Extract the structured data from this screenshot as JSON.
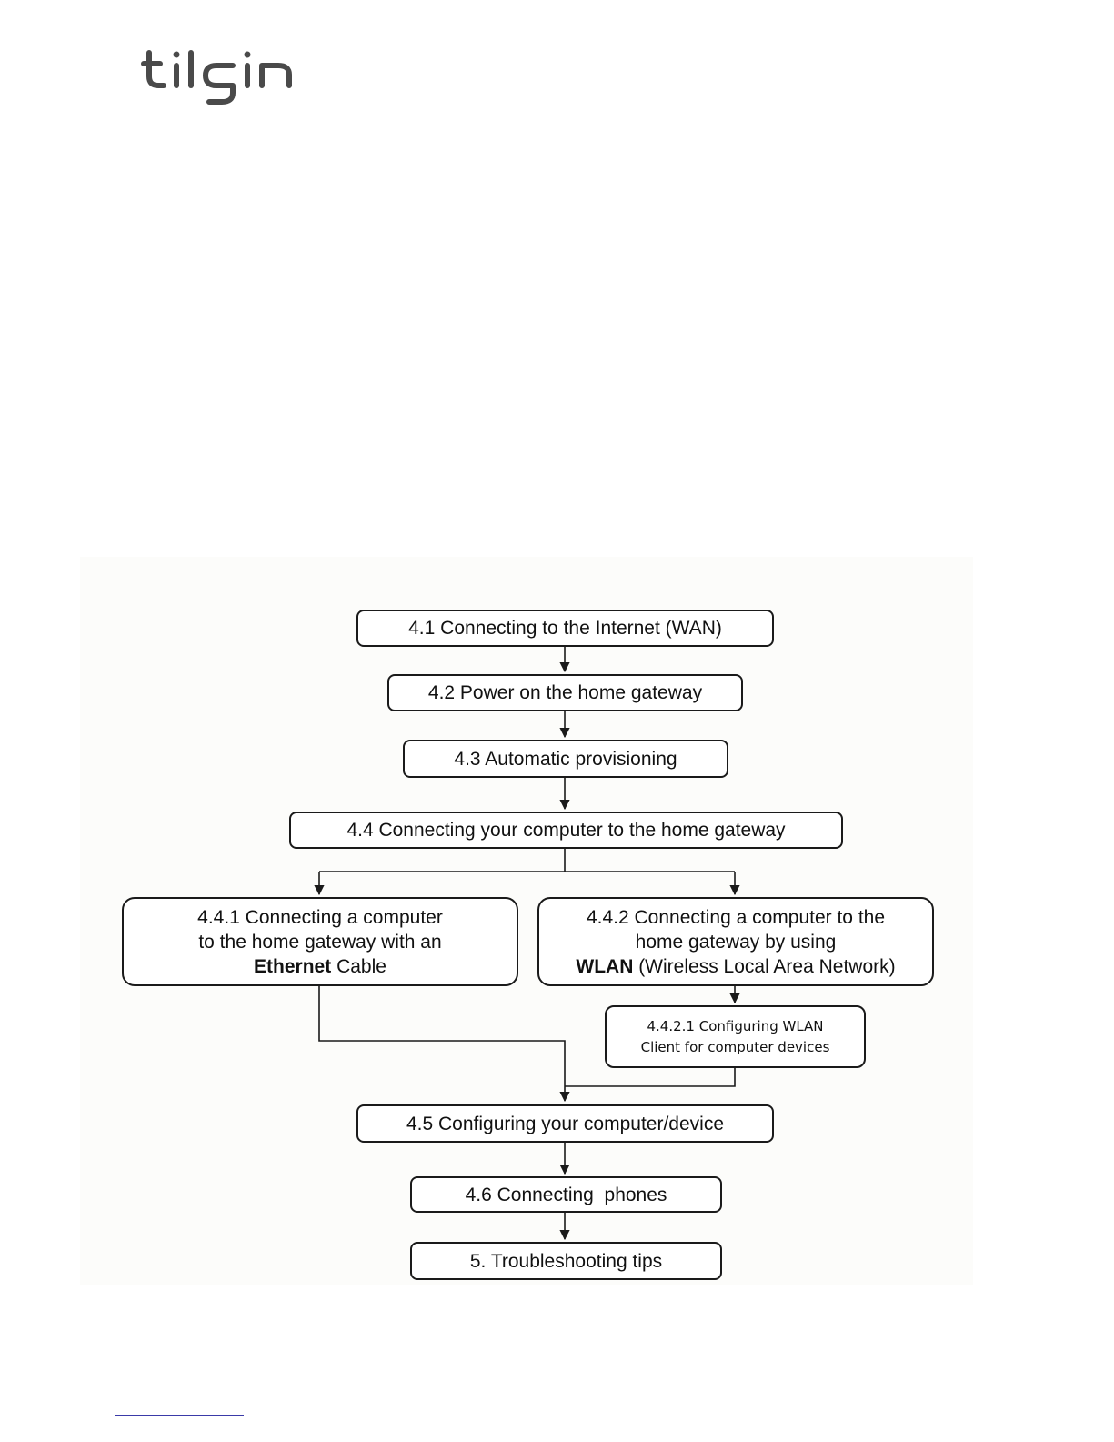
{
  "logo": {
    "text": "tilgin",
    "color": "#4a4a4a"
  },
  "flowchart": {
    "step_4_1": "4.1 Connecting to the Internet (WAN)",
    "step_4_2": "4.2 Power on the home gateway",
    "step_4_3": "4.3 Automatic provisioning",
    "step_4_4": "4.4 Connecting your computer to the home gateway",
    "step_4_4_1": {
      "line1": "4.4.1 Connecting a computer",
      "line2": "to the home gateway with an",
      "line3_bold": "Ethernet",
      "line3_rest": " Cable"
    },
    "step_4_4_2": {
      "line1": "4.4.2 Connecting a computer to the",
      "line2": "home gateway by using",
      "line3_bold": "WLAN",
      "line3_rest": " (Wireless Local Area Network)"
    },
    "step_4_4_2_1": {
      "line1": "4.4.2.1 Configuring WLAN",
      "line2": "Client for computer devices"
    },
    "step_4_5": "4.5 Configuring your computer/device",
    "step_4_6": "4.6 Connecting  phones",
    "step_5": "5. Troubleshooting tips"
  }
}
